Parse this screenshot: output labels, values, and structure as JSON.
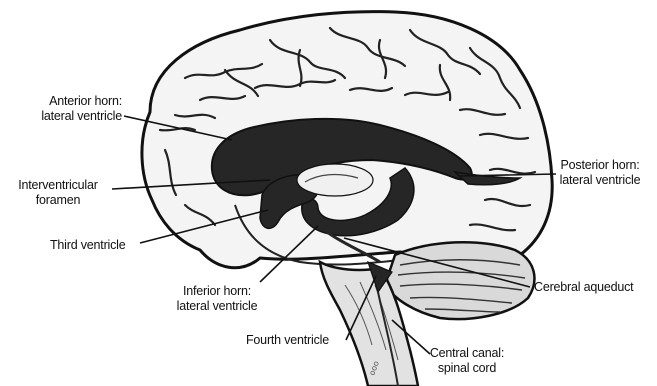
{
  "labels": {
    "anterior_horn": [
      "Anterior horn:",
      "lateral ventricle"
    ],
    "interventricular_foramen": [
      "Interventricular",
      "foramen"
    ],
    "third_ventricle": "Third ventricle",
    "inferior_horn": [
      "Inferior horn:",
      "lateral ventricle"
    ],
    "fourth_ventricle": "Fourth ventricle",
    "central_canal": [
      "Central canal:",
      "spinal cord"
    ],
    "cerebral_aqueduct": "Cerebral aqueduct",
    "posterior_horn": [
      "Posterior horn:",
      "lateral ventricle"
    ]
  },
  "colors": {
    "ink": "#111111",
    "ventricle_fill": "#262626",
    "brain_fill": "#f4f4f4",
    "cerebellum_fill": "#d9d9d9"
  }
}
